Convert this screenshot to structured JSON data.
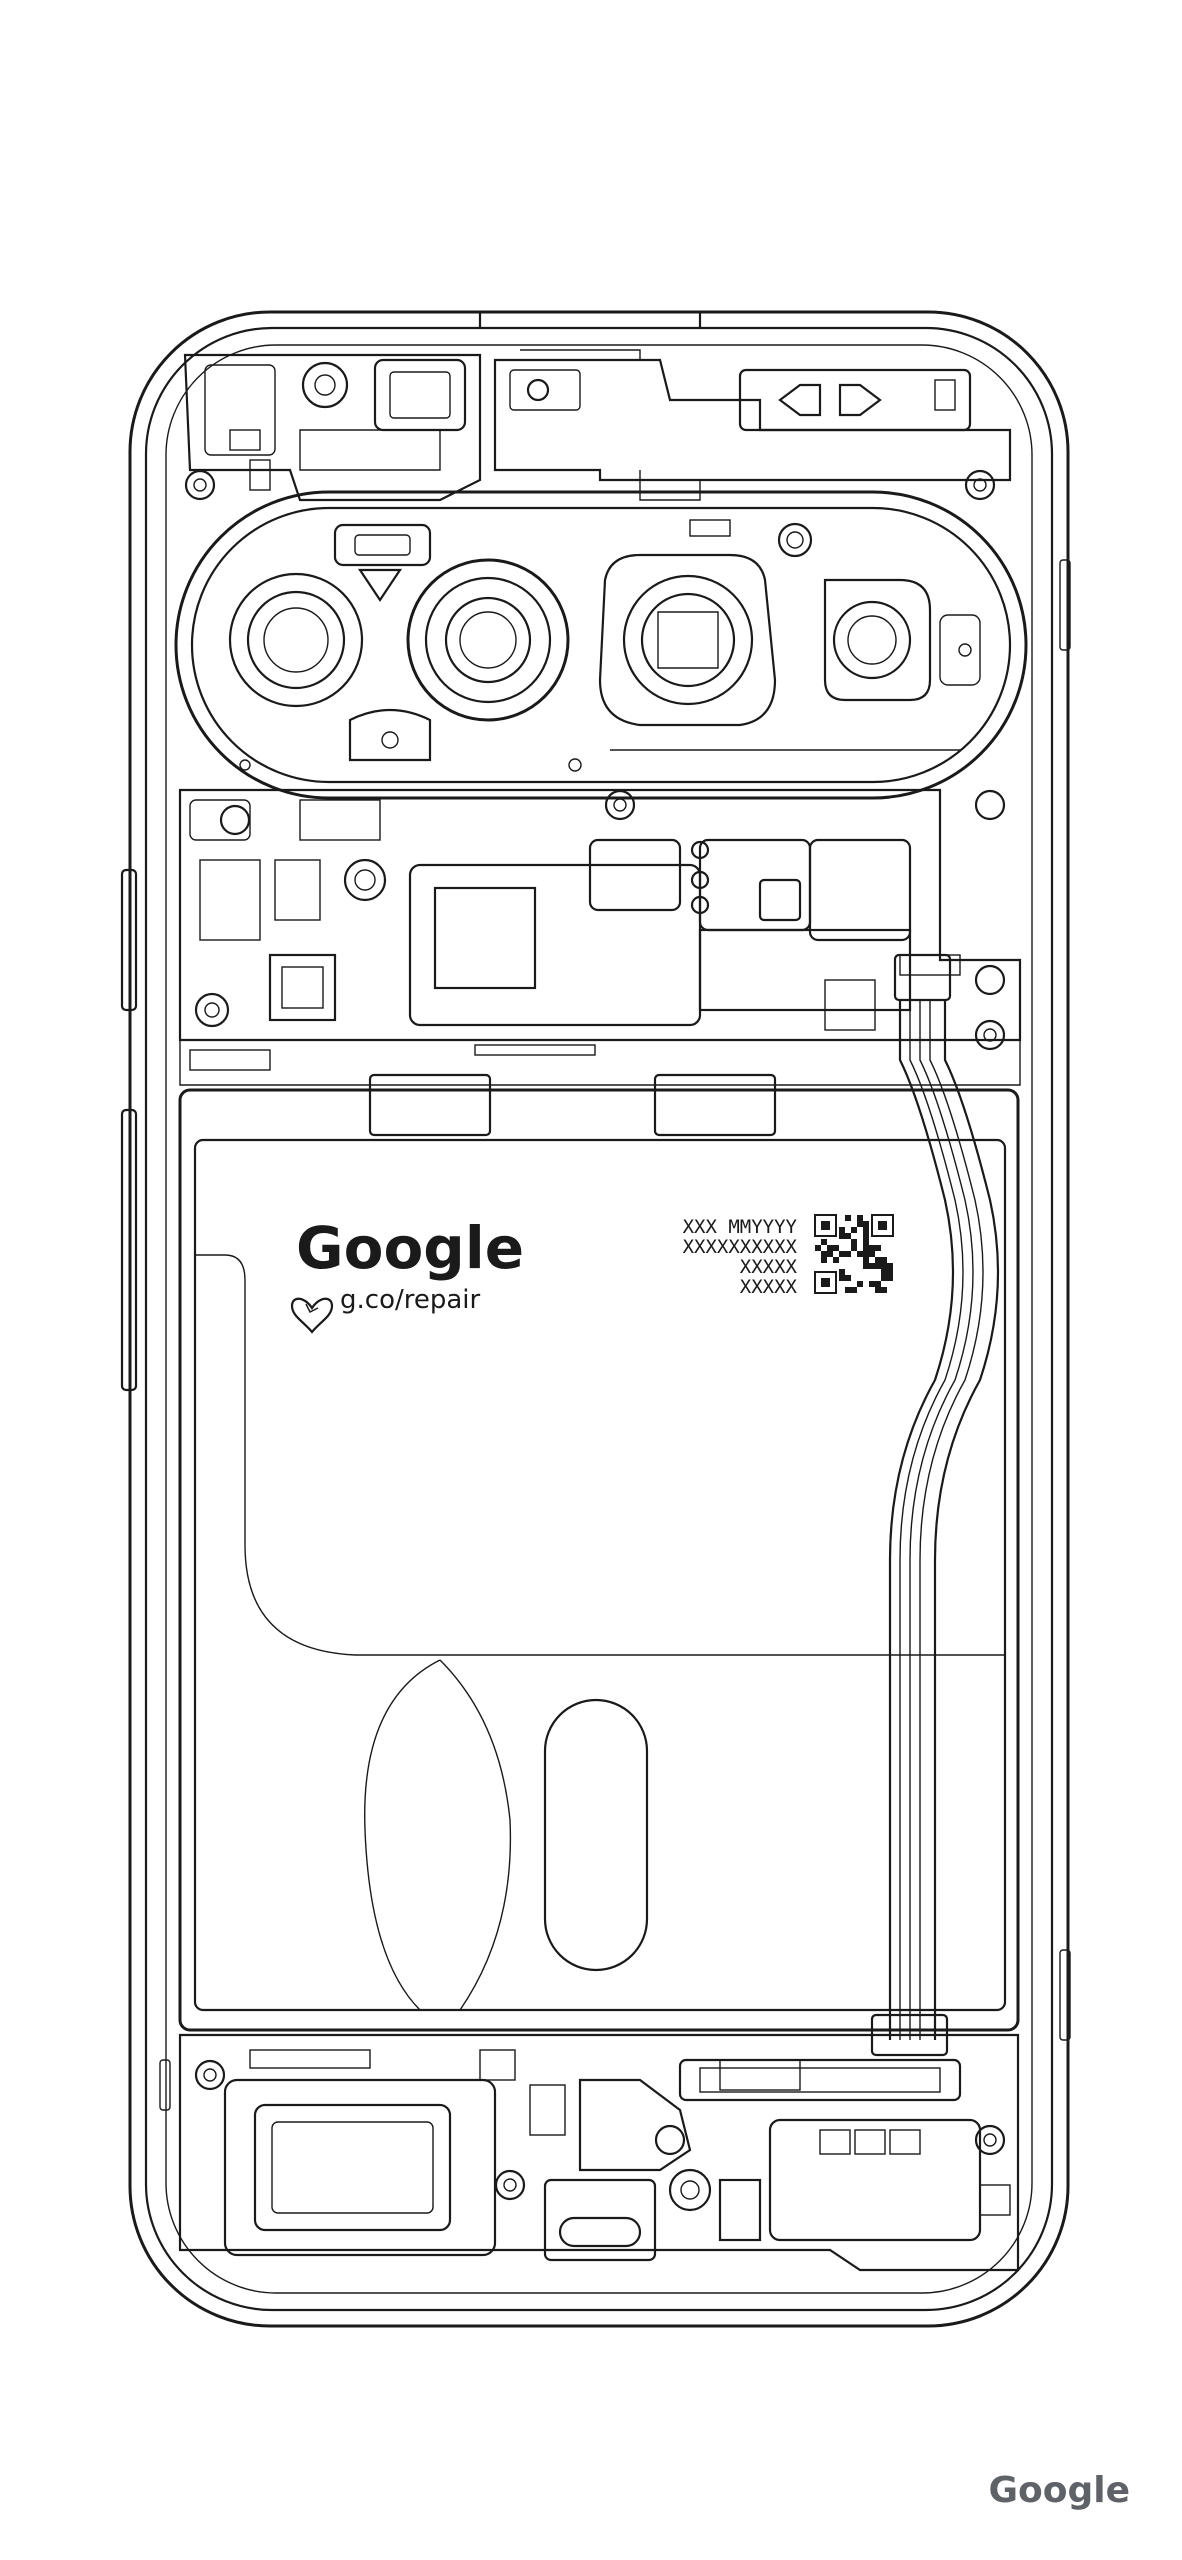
{
  "battery_label": {
    "brand": "Google",
    "repair_link": "g.co/repair",
    "code_lines": [
      "XXX MMYYYY",
      "XXXXXXXXXX",
      "XXXXX",
      "XXXXX"
    ]
  },
  "corner_logo": "Google",
  "icons": {
    "repair": "heart-outline-icon",
    "qr": "qr-code-icon"
  }
}
